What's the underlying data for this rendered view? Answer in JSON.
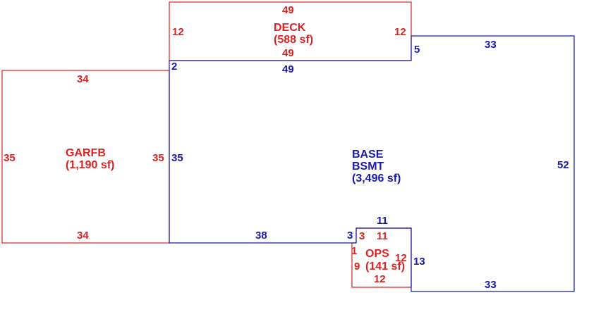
{
  "colors": {
    "red": "#dd2222",
    "blue": "#1a1aaa"
  },
  "areas": {
    "deck": {
      "name": "DECK",
      "area": "(588 sf)"
    },
    "garfb": {
      "name": "GARFB",
      "area": "(1,190 sf)"
    },
    "base": {
      "name1": "BASE",
      "name2": "BSMT",
      "area": "(3,496 sf)"
    },
    "ops": {
      "name": "OPS",
      "area": "(141 sf)"
    }
  },
  "dims": {
    "deck_top": "49",
    "deck_left": "12",
    "deck_right": "12",
    "deck_bottom": "49",
    "base_top_left": "49",
    "base_step_top": "5",
    "base_top_right": "33",
    "base_left_top_step": "2",
    "base_left": "35",
    "base_right": "52",
    "base_bottom_left": "38",
    "base_notch_small": "3",
    "base_notch_top": "11",
    "base_notch_right": "13",
    "base_bottom_right": "33",
    "garfb_top": "34",
    "garfb_left": "35",
    "garfb_right": "35",
    "garfb_bottom": "34",
    "ops_top": "11",
    "ops_step_small": "3",
    "ops_step_one": "1",
    "ops_left": "9",
    "ops_right": "12",
    "ops_bottom": "12"
  }
}
